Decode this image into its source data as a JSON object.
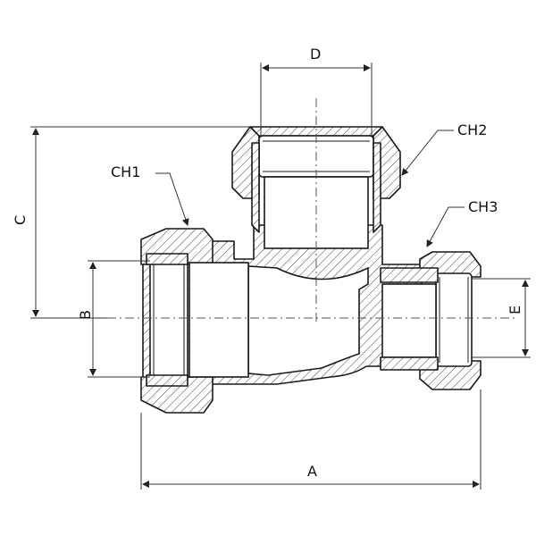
{
  "diagram": {
    "labels": {
      "A": "A",
      "B": "B",
      "C": "C",
      "D": "D",
      "E": "E",
      "CH1": "CH1",
      "CH2": "CH2",
      "CH3": "CH3"
    }
  }
}
